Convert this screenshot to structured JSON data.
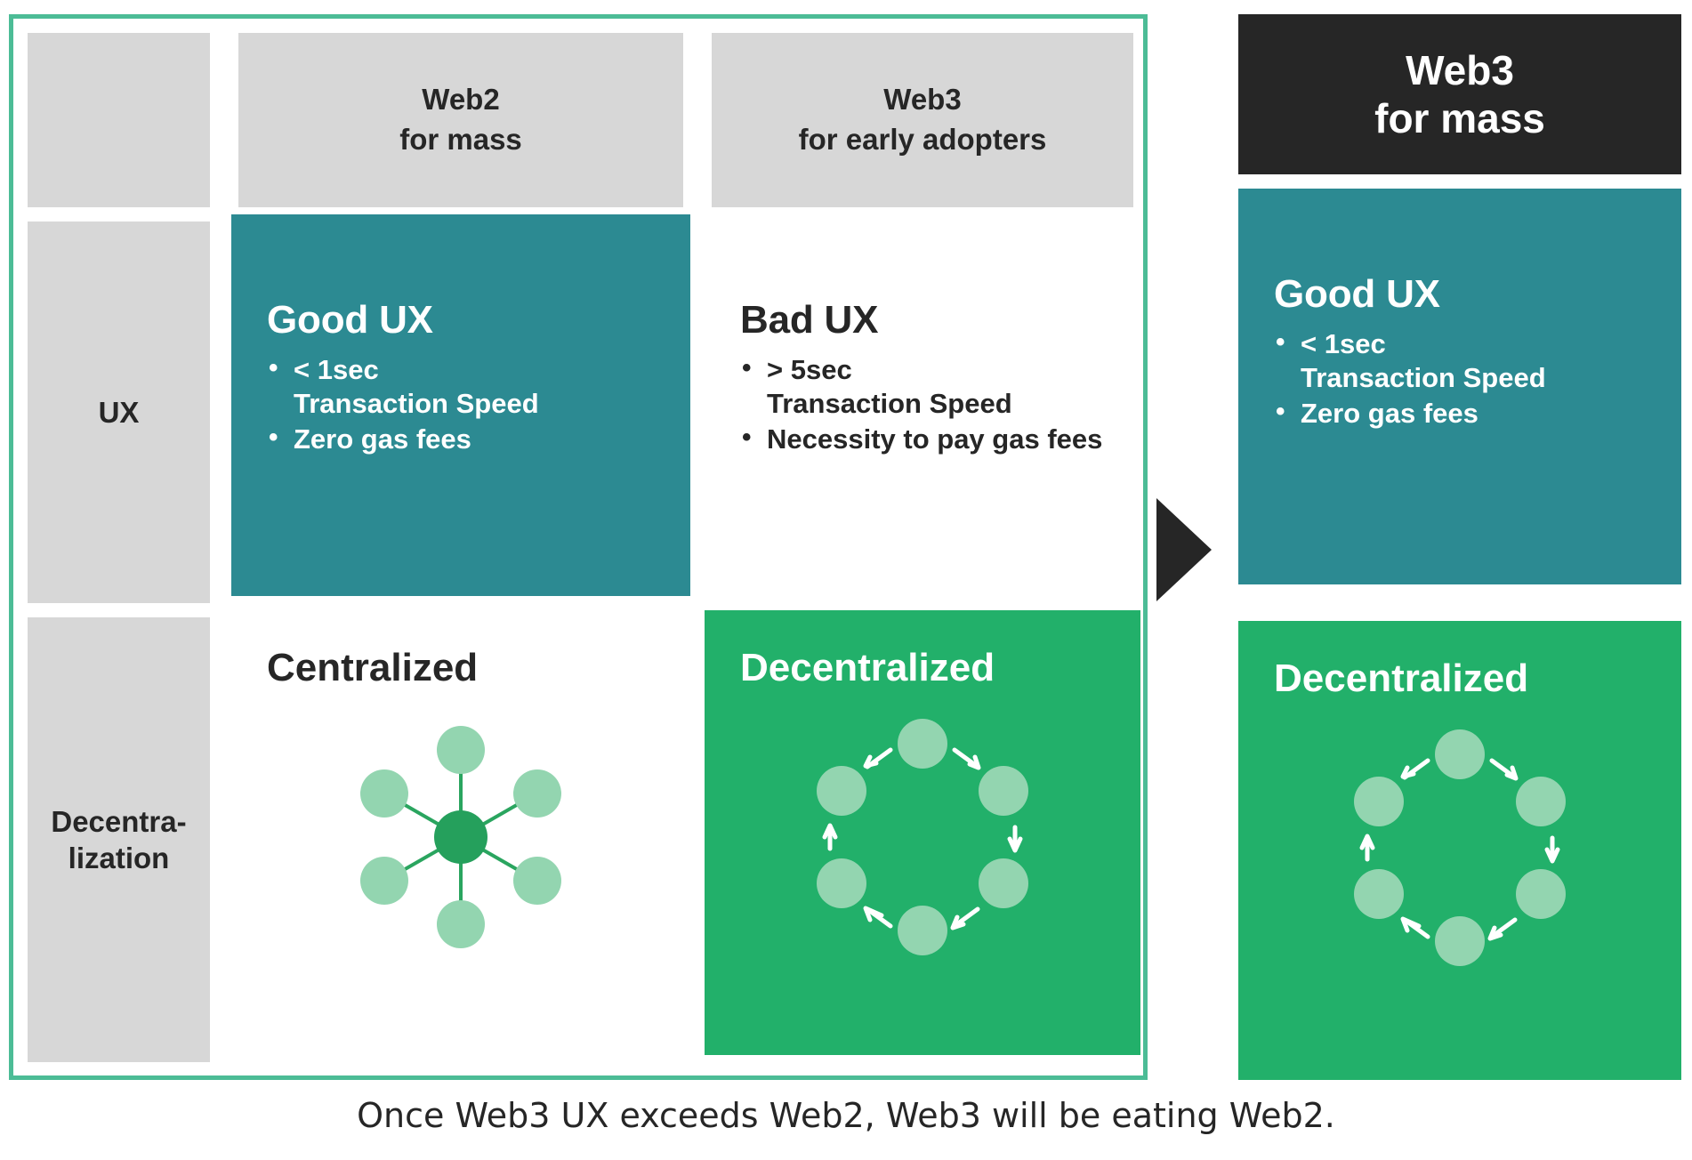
{
  "matrix": {
    "columns": [
      {
        "id": "rowlabel",
        "label": ""
      },
      {
        "id": "web2",
        "line1": "Web2",
        "line2": "for mass"
      },
      {
        "id": "web3early",
        "line1": "Web3",
        "line2": "for early adopters"
      }
    ],
    "rows": [
      {
        "id": "ux",
        "label": "UX"
      },
      {
        "id": "decentralization",
        "label_line1": "Decentra-",
        "label_line2": "lization"
      }
    ],
    "ux_web2": {
      "title": "Good UX",
      "bullets": [
        {
          "lead": "< 1sec",
          "cont": "Transaction Speed"
        },
        {
          "lead": "Zero gas fees",
          "cont": ""
        }
      ]
    },
    "ux_web3": {
      "title": "Bad UX",
      "bullets": [
        {
          "lead": "> 5sec",
          "cont": "Transaction Speed"
        },
        {
          "lead": "Necessity to pay gas fees",
          "cont": ""
        }
      ]
    },
    "dec_web2": {
      "title": "Centralized",
      "diagram": "hub-and-spoke-star-network"
    },
    "dec_web3": {
      "title": "Decentralized",
      "diagram": "peer-to-peer-ring-network"
    }
  },
  "arrow": {
    "icon": "play-triangle-right-icon"
  },
  "right_panel": {
    "header_line1": "Web3",
    "header_line2": "for mass",
    "ux": {
      "title": "Good UX",
      "bullets": [
        {
          "lead": "< 1sec",
          "cont": "Transaction Speed"
        },
        {
          "lead": "Zero gas fees",
          "cont": ""
        }
      ]
    },
    "dec": {
      "title": "Decentralized",
      "diagram": "peer-to-peer-ring-network"
    }
  },
  "caption": "Once Web3 UX exceeds Web2, Web3 will be eating Web2.",
  "colors": {
    "border_green": "#4cbc96",
    "teal": "#2c8a92",
    "green": "#22b06a",
    "gray": "#d7d7d7",
    "black": "#262626",
    "node_light": "#93d5b0",
    "node_hub": "#25a05c",
    "link_green": "#2aa55f",
    "white": "#ffffff"
  }
}
